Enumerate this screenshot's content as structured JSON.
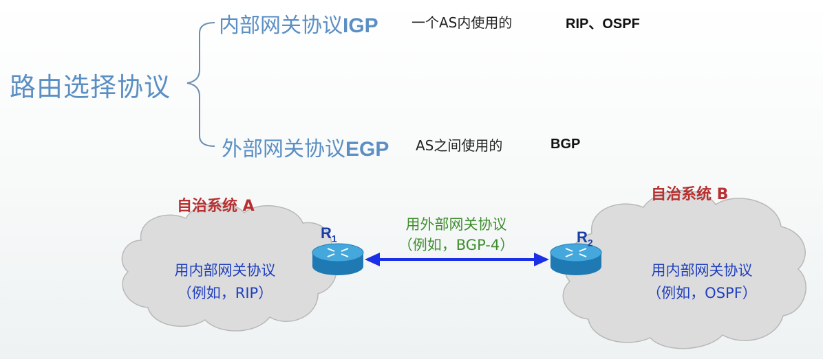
{
  "main_title": "路由选择协议",
  "branches": [
    {
      "title": "内部网关协议",
      "abbr": "IGP",
      "desc": "一个AS内使用的",
      "protocols": "RIP、OSPF"
    },
    {
      "title": "外部网关协议",
      "abbr": "EGP",
      "desc": "AS之间使用的",
      "protocols": "BGP"
    }
  ],
  "as_a": {
    "title": "自治系统 A",
    "line1": "用内部网关协议",
    "line2": "（例如，RIP）"
  },
  "as_b": {
    "title": "自治系统 B",
    "line1": "用内部网关协议",
    "line2": "（例如，OSPF）"
  },
  "link": {
    "line1": "用外部网关协议",
    "line2": "（例如，BGP-4）"
  },
  "routers": [
    {
      "label": "R",
      "sub": "1"
    },
    {
      "label": "R",
      "sub": "2"
    }
  ],
  "colors": {
    "title_blue": "#5b8fc4",
    "as_title_red": "#b83030",
    "cloud_text_blue": "#1f3fbf",
    "link_green": "#3e8e2e",
    "arrow_blue": "#1a2fe6",
    "cloud_fill": "#dcdcdc",
    "router_blue": "#2a8fc8"
  }
}
